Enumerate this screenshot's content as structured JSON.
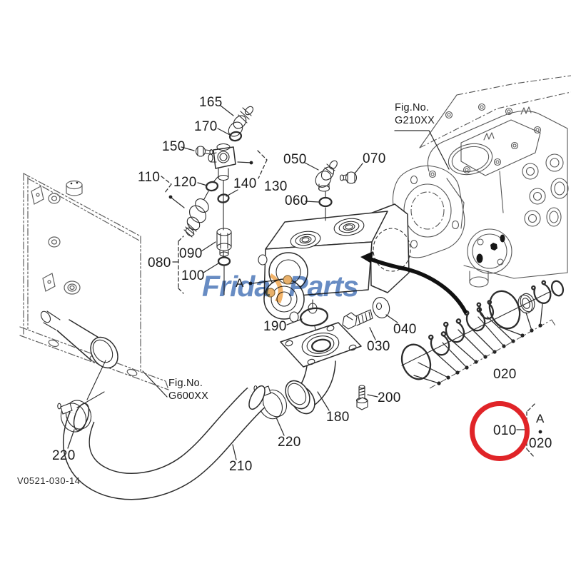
{
  "drawing_code": "V0521-030-14",
  "figure_refs": {
    "top_right": {
      "line1": "Fig.No.",
      "line2": "G210XX"
    },
    "bottom_left": {
      "line1": "Fig.No.",
      "line2": "G600XX"
    }
  },
  "watermark": {
    "text_left": "Frida",
    "text_right": "Parts",
    "icon": "orange-swoosh-arrow"
  },
  "callouts": {
    "c165": "165",
    "c170": "170",
    "c150": "150",
    "c110": "110",
    "c120": "120",
    "c140": "140",
    "c130": "130",
    "c050": "050",
    "c070": "070",
    "c060": "060",
    "c080": "080",
    "c090": "090",
    "c100": "100",
    "c190": "190",
    "c030": "030",
    "c040": "040",
    "c020_clips": "020",
    "c200": "200",
    "c180": "180",
    "c220_right": "220",
    "c220_left": "220",
    "c210": "210",
    "c010": "010",
    "a_pump": "A",
    "a_bracket": "A",
    "c020_bracket": "020"
  },
  "colors": {
    "highlight_red": "#e02428",
    "watermark_blue": "#3d6cb2",
    "watermark_orange": "#ef9d3f",
    "line_dark": "#2c2c2c",
    "phantom_gray": "#5f5f5f"
  }
}
